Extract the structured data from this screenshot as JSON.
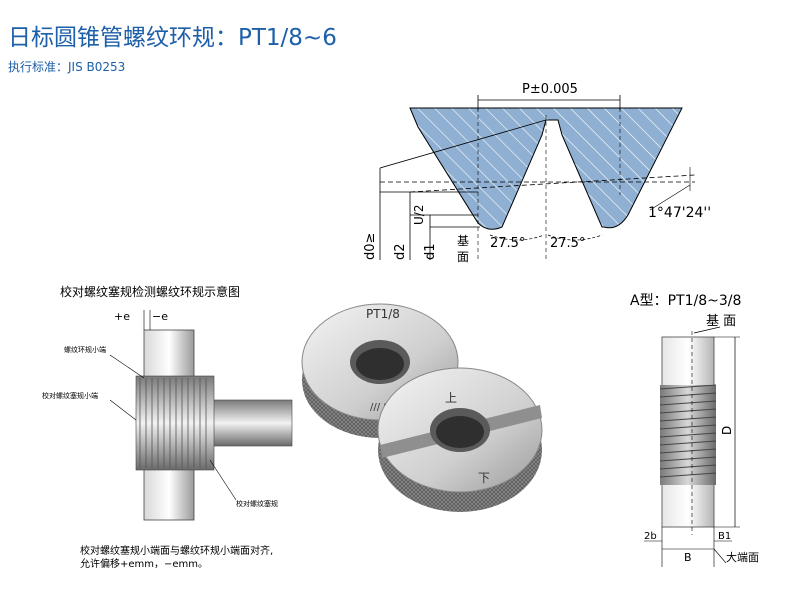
{
  "header": {
    "title": "日标圆锥管螺纹环规：PT1/8~6",
    "standard": "执行标准：JIS B0253"
  },
  "thread_profile": {
    "pitch_label": "P±0.005",
    "angle_label": "1°47'24''",
    "half_angle_left": "27.5°",
    "half_angle_right": "27.5°",
    "dim_d0": "d0≥",
    "dim_d2": "d2",
    "dim_d1": "d1",
    "dim_u2": "U/2",
    "base_label_top": "基",
    "base_label_bottom": "面"
  },
  "check_diagram": {
    "title": "校对螺纹塞规检测螺纹环规示意图",
    "plus_e": "+e",
    "minus_e": "−e",
    "ring_small_end": "螺纹环规小端",
    "plug_small_end": "校对螺纹塞规小端",
    "plug_label": "校对螺纹塞规",
    "note_line1": "校对螺纹塞规小端面与螺纹环规小端面对齐,",
    "note_line2": "允许偏移+emm，−emm。"
  },
  "photo": {
    "top_ring_text": "PT1/8",
    "top_ring_mark": "/// 8",
    "bottom_ring_top": "上",
    "bottom_ring_bottom": "下"
  },
  "type_a": {
    "title": "A型：PT1/8~3/8",
    "base_face": "基 面",
    "dim_d": "D",
    "dim_2b": "2b",
    "dim_b": "B",
    "dim_b1": "B1",
    "large_end": "大端面"
  }
}
